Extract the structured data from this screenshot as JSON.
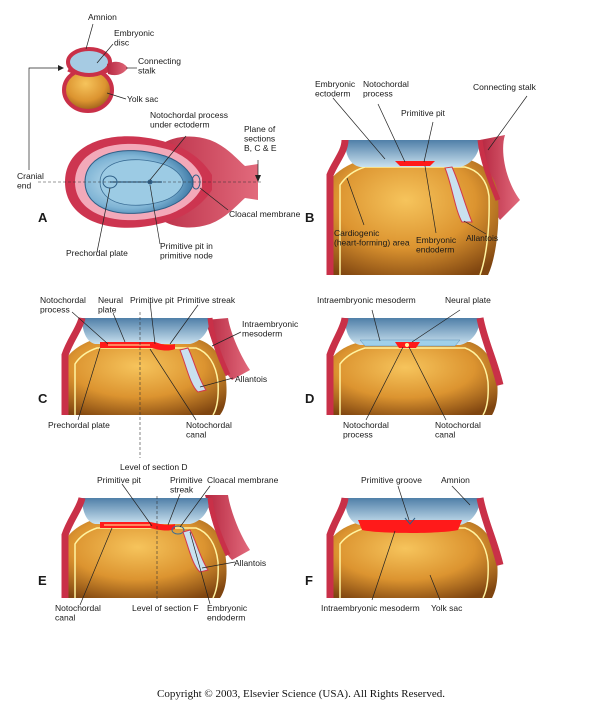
{
  "colors": {
    "amnion_red": "#d2384e",
    "amnion_dark": "#a51e36",
    "ectoderm_blue": "#8ab7d6",
    "ectoderm_light": "#d7e9f3",
    "yolk_gold": "#e7a640",
    "yolk_dark": "#8b4d10",
    "mesoderm_red": "#ff1a1a",
    "pink_disc": "#f2a4b4",
    "yellow_line": "#fff3a0"
  },
  "panelA": {
    "panel": "A",
    "amnion": "Amnion",
    "embryonic_disc": "Embryonic\ndisc",
    "connecting_stalk": "Connecting\nstalk",
    "yolk_sac": "Yolk sac",
    "cranial_end": "Cranial\nend",
    "notochordal_process": "Notochordal process\nunder ectoderm",
    "plane_of_sections": "Plane of\nsections\nB, C & E",
    "cloacal_membrane": "Cloacal membrane",
    "prechordal_plate": "Prechordal plate",
    "primitive_pit": "Primitive pit in\nprimitive node"
  },
  "panelB": {
    "panel": "B",
    "embryonic_ectoderm": "Embryonic\nectoderm",
    "notochordal_process": "Notochordal\nprocess",
    "primitive_pit": "Primitive pit",
    "connecting_stalk": "Connecting stalk",
    "cardiogenic_area": "Cardiogenic\n(heart-forming) area",
    "embryonic_endoderm": "Embryonic\nendoderm",
    "allantois": "Allantois"
  },
  "panelC": {
    "panel": "C",
    "notochordal_process": "Notochordal\nprocess",
    "neural_plate": "Neural\nplate",
    "primitive_pit": "Primitive pit",
    "primitive_streak": "Primitive streak",
    "intraembryonic_mesoderm": "Intraembryonic\nmesoderm",
    "allantois": "Allantois",
    "prechordal_plate": "Prechordal plate",
    "level_of_section": "Level of section D",
    "notochordal_canal": "Notochordal\ncanal"
  },
  "panelD": {
    "panel": "D",
    "intraembryonic_mesoderm": "Intraembryonic mesoderm",
    "neural_plate": "Neural plate",
    "notochordal_process": "Notochordal\nprocess",
    "notochordal_canal": "Notochordal\ncanal"
  },
  "panelE": {
    "panel": "E",
    "primitive_pit": "Primitive pit",
    "primitive_streak": "Primitive\nstreak",
    "cloacal_membrane": "Cloacal membrane",
    "allantois": "Allantois",
    "notochordal_canal": "Notochordal\ncanal",
    "level_of_section": "Level of section F",
    "embryonic_endoderm": "Embryonic\nendoderm"
  },
  "panelF": {
    "panel": "F",
    "primitive_groove": "Primitive groove",
    "amnion": "Amnion",
    "intraembryonic_mesoderm": "Intraembryonic mesoderm",
    "yolk_sac": "Yolk sac"
  },
  "copyright": "Copyright © 2003, Elsevier Science (USA). All Rights Reserved."
}
